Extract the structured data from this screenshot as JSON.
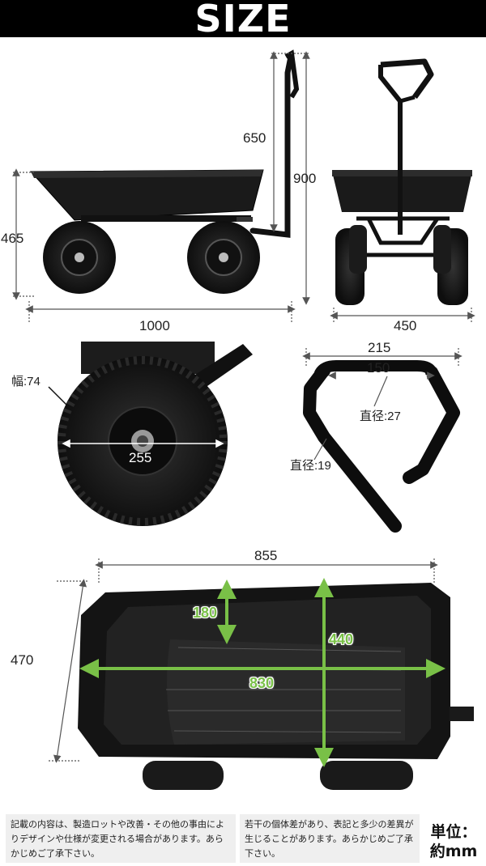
{
  "header": {
    "title": "SIZE"
  },
  "side_view": {
    "handle_height": "650",
    "total_height": "900",
    "body_height": "465",
    "total_length": "1000"
  },
  "front_view": {
    "total_width": "450"
  },
  "wheel_detail": {
    "tire_width_label": "幅:74",
    "diameter": "255"
  },
  "handle_detail": {
    "outer_width": "215",
    "grip_width": "150",
    "grip_diameter_label": "直径:27",
    "bar_diameter_label": "直径:19"
  },
  "top_view": {
    "top_length": "855",
    "width": "470",
    "inner_depth": "180",
    "inner_width": "440",
    "inner_length": "830"
  },
  "notes": [
    "記載の内容は、製造ロットや改善・その他の事由によりデザインや仕様が変更される場合があります。あらかじめご了承下さい。",
    "若干の個体差があり、表記と多少の差異が生じることがあります。あらかじめご了承下さい。"
  ],
  "unit_label_1": "単位：",
  "unit_label_2": "約mm",
  "colors": {
    "accent_green": "#79c047",
    "header_bg": "#000000",
    "note_bg": "#efefef"
  }
}
